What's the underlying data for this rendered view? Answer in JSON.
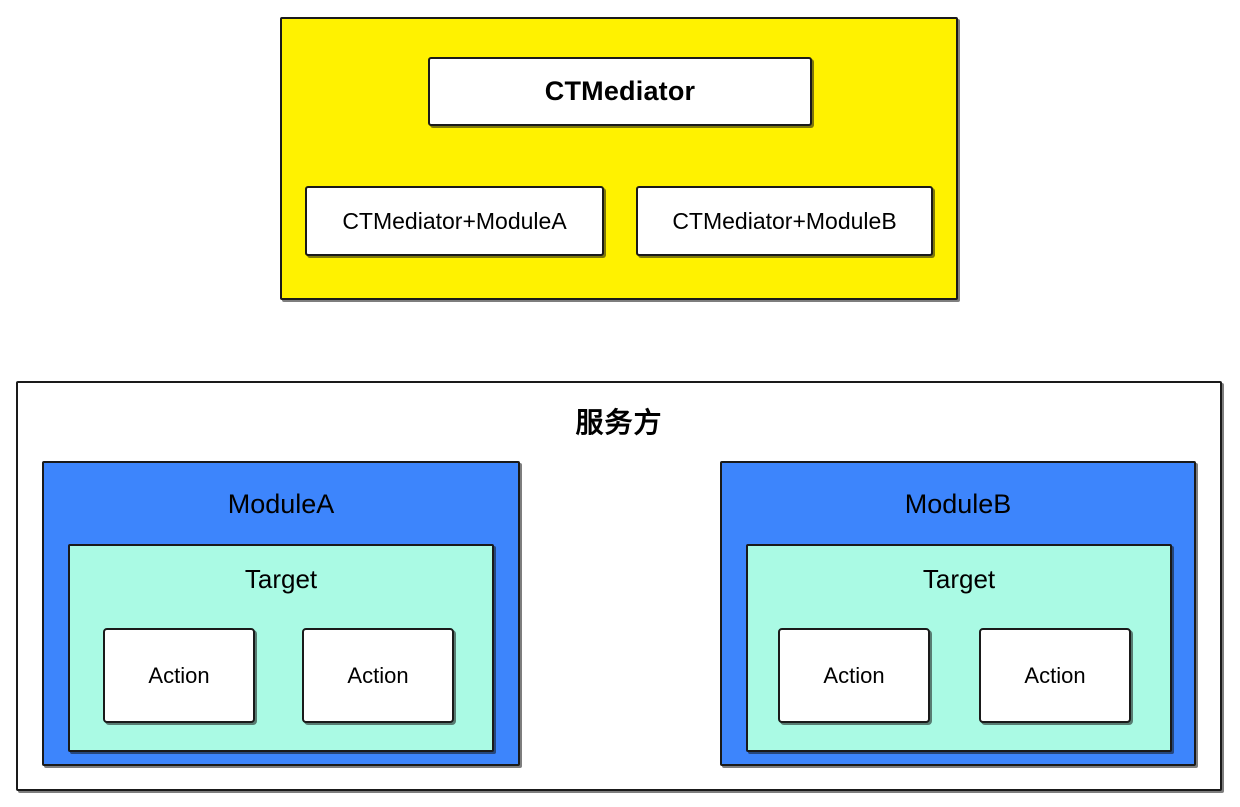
{
  "diagram": {
    "title_visible": false,
    "colors": {
      "mediator_fill": "#fff200",
      "module_fill": "#3d85fc",
      "target_fill": "#aafae4",
      "node_fill": "#ffffff",
      "stroke": "#1a1a1a",
      "canvas": "#ffffff"
    },
    "mediator_group": {
      "core_label": "CTMediator",
      "categories": [
        {
          "label": "CTMediator+ModuleA"
        },
        {
          "label": "CTMediator+ModuleB"
        }
      ]
    },
    "provider_container": {
      "title": "服务方",
      "modules": [
        {
          "label": "ModuleA",
          "target": {
            "label": "Target",
            "actions": [
              {
                "label": "Action"
              },
              {
                "label": "Action"
              }
            ]
          }
        },
        {
          "label": "ModuleB",
          "target": {
            "label": "Target",
            "actions": [
              {
                "label": "Action"
              },
              {
                "label": "Action"
              }
            ]
          }
        }
      ]
    }
  }
}
